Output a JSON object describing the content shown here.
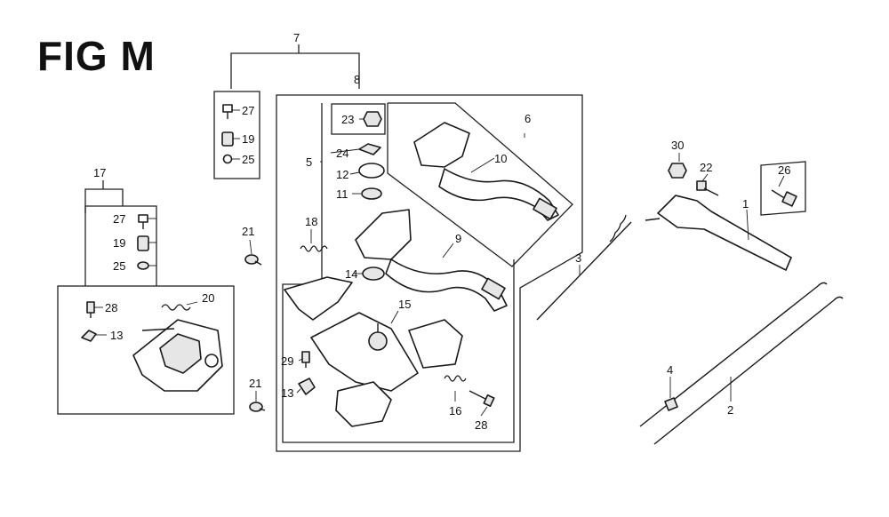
{
  "title": "FIG M",
  "callouts": {
    "c7": "7",
    "c8": "8",
    "c27a": "27",
    "c19a": "19",
    "c25a": "25",
    "c17": "17",
    "c27b": "27",
    "c19b": "19",
    "c25b": "25",
    "c28a": "28",
    "c13a": "13",
    "c20": "20",
    "c21a": "21",
    "c21b": "21",
    "c23": "23",
    "c24": "24",
    "c5": "5",
    "c12": "12",
    "c11": "11",
    "c18": "18",
    "c14": "14",
    "c6": "6",
    "c10": "10",
    "c9": "9",
    "c15": "15",
    "c29": "29",
    "c13b": "13",
    "c16": "16",
    "c28b": "28",
    "c3": "3",
    "c30": "30",
    "c22": "22",
    "c26": "26",
    "c1": "1",
    "c4": "4",
    "c2": "2"
  }
}
